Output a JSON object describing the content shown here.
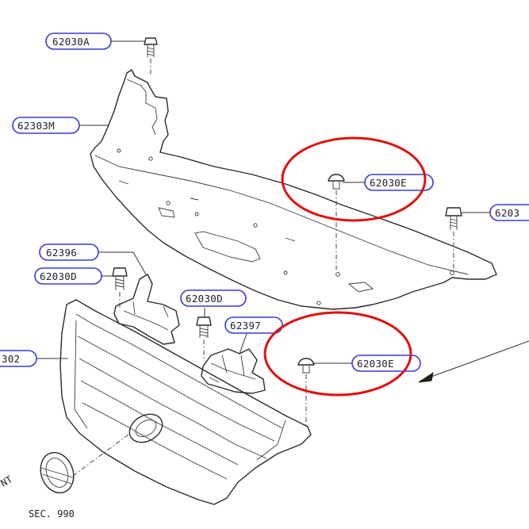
{
  "labels": {
    "l62030A": "62030A",
    "l62303M": "62303M",
    "l62030E_top": "62030E",
    "l6203_right": "6203",
    "l62396": "62396",
    "l62030D_left": "62030D",
    "l62030D_mid": "62030D",
    "l62397": "62397",
    "l302": "302",
    "l62030E_bottom": "62030E"
  },
  "text": {
    "sec": "SEC. 990",
    "front": "NT"
  },
  "colors": {
    "highlight": "#e01010",
    "label_border": "#3a3ad6",
    "line": "#2a2a2a"
  }
}
